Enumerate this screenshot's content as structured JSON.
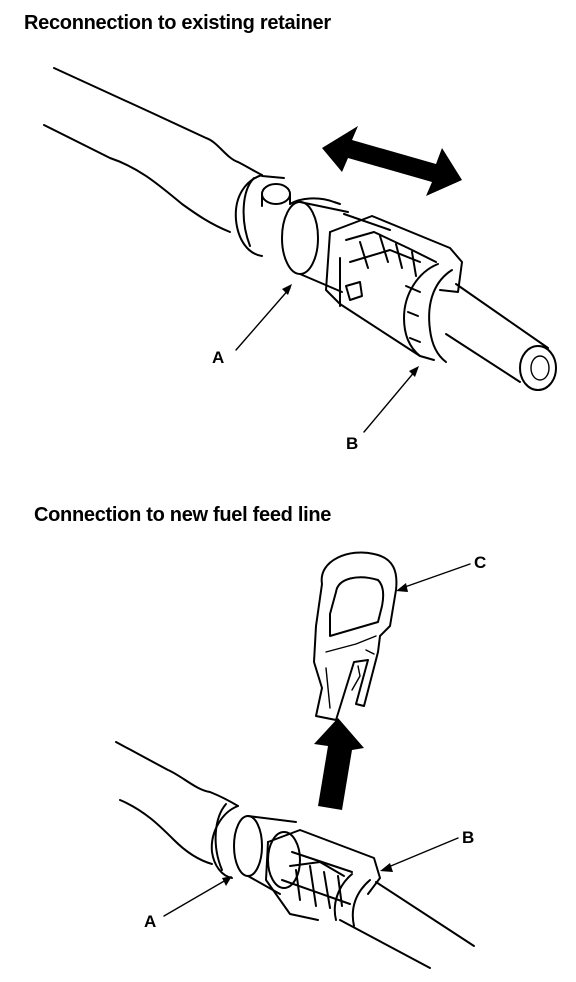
{
  "sections": {
    "reconnection": {
      "title": "Reconnection to existing retainer",
      "labels": {
        "a": "A",
        "b": "B"
      }
    },
    "new_connection": {
      "title": "Connection to new fuel feed line",
      "labels": {
        "a": "A",
        "b": "B",
        "c": "C"
      }
    }
  },
  "colors": {
    "line": "#000000",
    "background": "#ffffff"
  }
}
